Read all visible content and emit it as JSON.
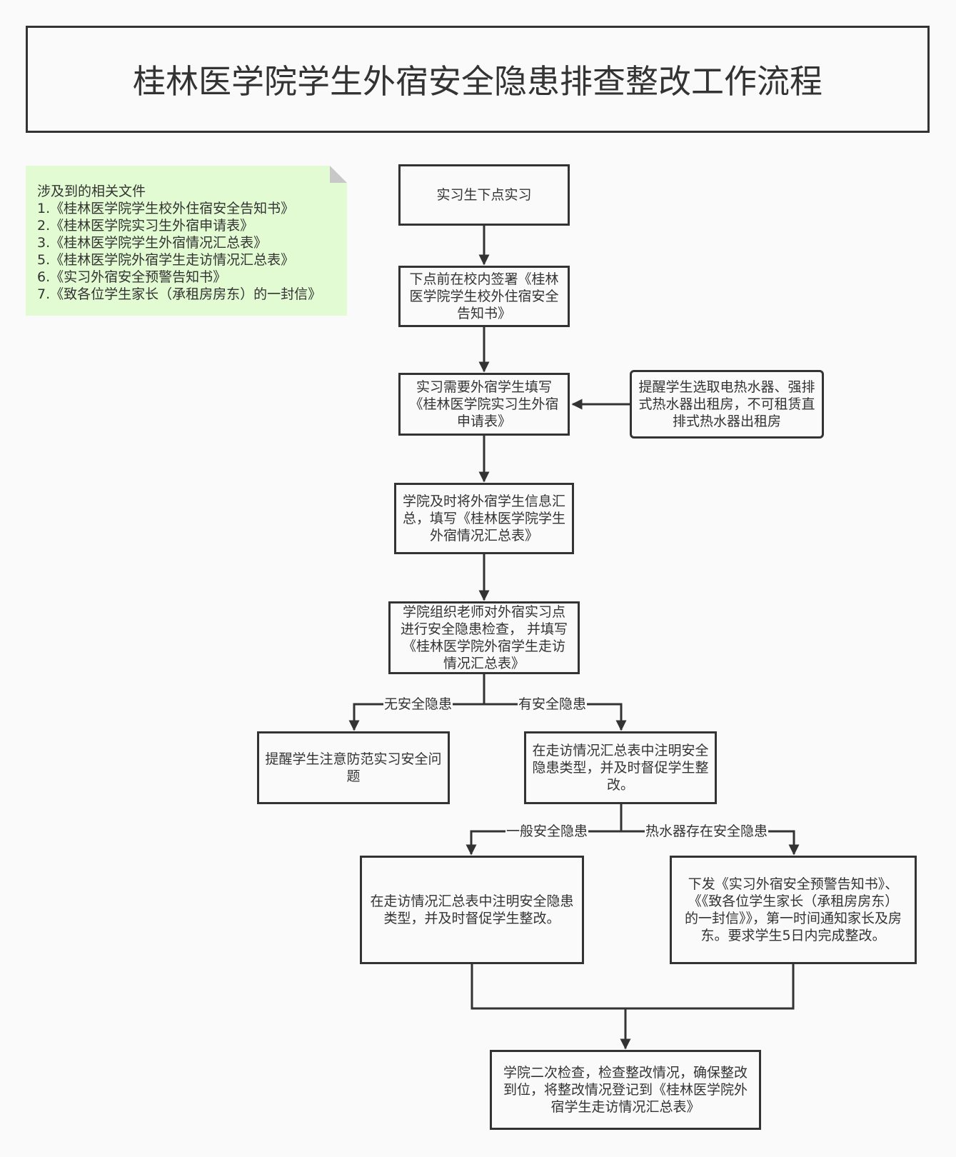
{
  "title": "桂林医学院学生外宿安全隐患排查整改工作流程",
  "note": {
    "heading": "涉及到的相关文件",
    "items": [
      "1.《桂林医学院学生校外住宿安全告知书》",
      "2.《桂林医学院实习生外宿申请表》",
      "3.《桂林医学院学生外宿情况汇总表》",
      "5.《桂林医学院外宿学生走访情况汇总表》",
      "6.《实习外宿安全预警告知书》",
      "7.《致各位学生家长（承租房房东）的一封信》"
    ]
  },
  "nodes": {
    "n1": "实习生下点实习",
    "n2": "下点前在校内签署《桂林医学院学生校外住宿安全告知书》",
    "n3": "实习需要外宿学生填写《桂林医学院实习生外宿申请表》",
    "n3side": "提醒学生选取电热水器、强排式热水器出租房，不可租赁直排式热水器出租房",
    "n4": "学院及时将外宿学生信息汇总，填写《桂林医学院学生外宿情况汇总表》",
    "n5": "学院组织老师对外宿实习点进行安全隐患检查， 并填写《桂林医学院外宿学生走访情况汇总表》",
    "n6a": "提醒学生注意防范实习安全问题",
    "n6b": "在走访情况汇总表中注明安全隐患类型，并及时督促学生整改。",
    "n7a": "在走访情况汇总表中注明安全隐患类型，并及时督促学生整改。",
    "n7b": "下发《实习外宿安全预警告知书》、《《致各位学生家长（承租房房东）的一封信》》，第一时间通知家长及房东。要求学生5日内完成整改。",
    "n8": "学院二次检查，检查整改情况，确保整改到位，将整改情况登记到《桂林医学院外宿学生走访情况汇总表》"
  },
  "edge_labels": {
    "no_hazard": "无安全隐患",
    "has_hazard": "有安全隐患",
    "general_hazard": "一般安全隐患",
    "heater_hazard": "热水器存在安全隐患"
  },
  "colors": {
    "line": "#333333",
    "note_bg": "#e2fbd2",
    "page_bg": "#fafafa"
  }
}
